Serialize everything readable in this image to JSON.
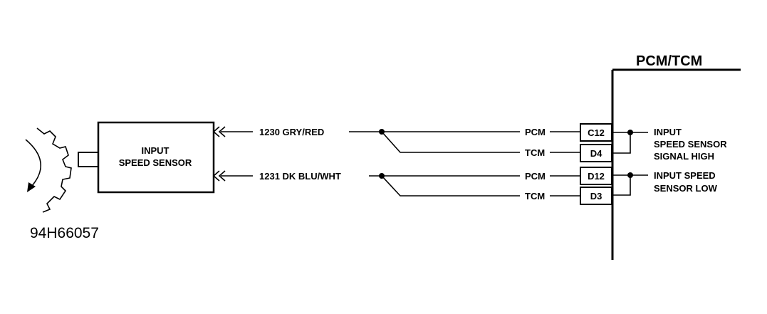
{
  "module": {
    "title": "PCM/TCM"
  },
  "sensor": {
    "line1": "INPUT",
    "line2": "SPEED SENSOR"
  },
  "wires": [
    {
      "circuit": "1230 GRY/RED"
    },
    {
      "circuit": "1231 DK BLU/WHT"
    }
  ],
  "branches": [
    "PCM",
    "TCM",
    "PCM",
    "TCM"
  ],
  "pins": [
    "C12",
    "D4",
    "D12",
    "D3"
  ],
  "signals": [
    {
      "lines": [
        "INPUT",
        "SPEED SENSOR",
        "SIGNAL HIGH"
      ]
    },
    {
      "lines": [
        "INPUT SPEED",
        "SENSOR LOW"
      ]
    }
  ],
  "figure_id": "94H66057",
  "icons": [
    "reluctor-wheel-icon",
    "rotation-arrow-icon",
    "connector-chevron-icon"
  ]
}
